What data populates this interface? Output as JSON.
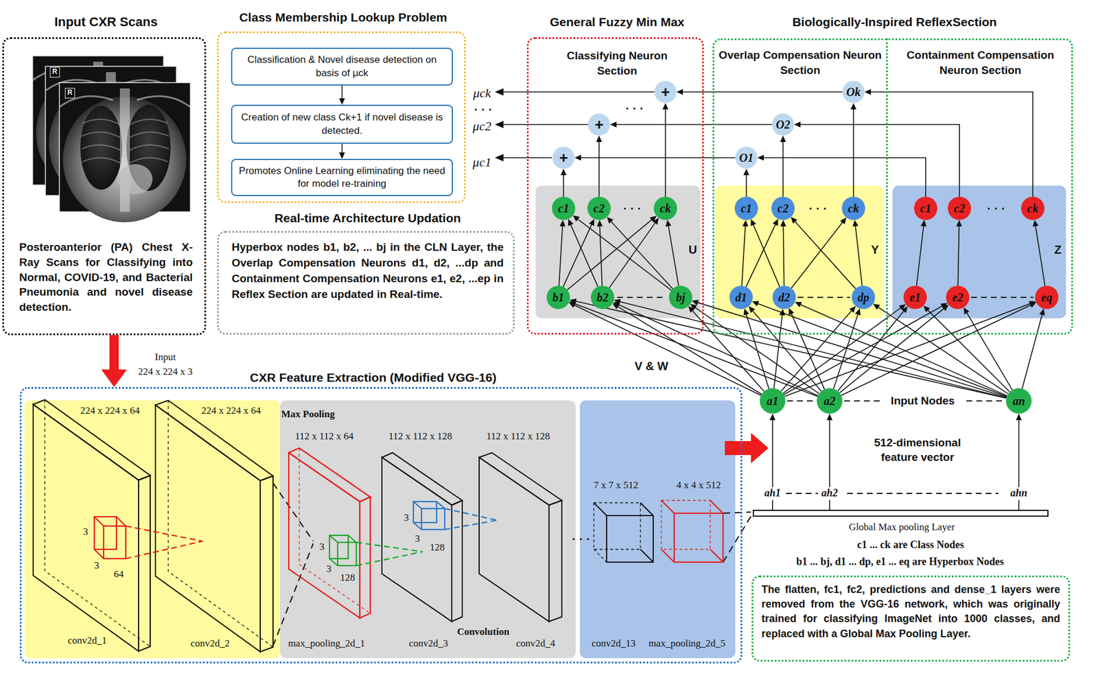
{
  "diagram": {
    "nodes": [
      {
        "text": [
          "Input CXR Scans",
          "Posteroanterior (PA) Chest X-Ray Scans for Classifying into Normal, COVID-19, and Bacterial Pneumonia and novel disease detection."
        ]
      },
      {
        "text": [
          "Class Membership Lookup Problem"
        ]
      },
      {
        "text": [
          "Classification & Novel disease detection on basis of μck"
        ],
        "in": 1
      },
      {
        "text": [
          "Creation of new class Ck+1 if novel disease is detected."
        ],
        "in": 1
      },
      {
        "text": [
          "Promotes Online Learning eliminating the need for model re-training"
        ],
        "in": 1
      },
      {
        "text": [
          "Real-time Architecture Updation",
          "Hyperbox nodes b1, b2, ... bj in the CLN Layer, the Overlap Compensation Neurons d1, d2, ...dp and Containment Compensation Neurons e1, e2, ...ep in Reflex Section are updated in Real-time."
        ]
      },
      {
        "text": [
          "General Fuzzy Min Max",
          "Classifying Neuron Section"
        ]
      },
      {
        "text": [
          "+"
        ],
        "in": 6
      },
      {
        "text": [
          "+"
        ],
        "in": 6
      },
      {
        "text": [
          "+"
        ],
        "in": 6
      },
      {
        "text": [
          "U"
        ],
        "in": 6
      },
      {
        "text": [
          "c1"
        ],
        "in": 10
      },
      {
        "text": [
          "c2"
        ],
        "in": 10
      },
      {
        "text": [
          "ck"
        ],
        "in": 10
      },
      {
        "text": [
          "b1"
        ],
        "in": 10
      },
      {
        "text": [
          "b2"
        ],
        "in": 10
      },
      {
        "text": [
          "bj"
        ],
        "in": 10
      },
      {
        "text": [
          "Biologically-Inspired ReflexSection"
        ]
      },
      {
        "text": [
          "Overlap Compensation Neuron Section"
        ],
        "in": 17
      },
      {
        "text": [
          "O1"
        ],
        "in": 18
      },
      {
        "text": [
          "O2"
        ],
        "in": 18
      },
      {
        "text": [
          "Ok"
        ],
        "in": 18
      },
      {
        "text": [
          "Y"
        ],
        "in": 18
      },
      {
        "text": [
          "c1"
        ],
        "in": 22
      },
      {
        "text": [
          "c2"
        ],
        "in": 22
      },
      {
        "text": [
          "ck"
        ],
        "in": 22
      },
      {
        "text": [
          "d1"
        ],
        "in": 22
      },
      {
        "text": [
          "d2"
        ],
        "in": 22
      },
      {
        "text": [
          "dp"
        ],
        "in": 22
      },
      {
        "text": [
          "Containment Compensation Neuron Section"
        ],
        "in": 17
      },
      {
        "text": [
          "Z"
        ],
        "in": 29
      },
      {
        "text": [
          "c1"
        ],
        "in": 30
      },
      {
        "text": [
          "c2"
        ],
        "in": 30
      },
      {
        "text": [
          "ck"
        ],
        "in": 30
      },
      {
        "text": [
          "e1"
        ],
        "in": 30
      },
      {
        "text": [
          "e2"
        ],
        "in": 30
      },
      {
        "text": [
          "eq"
        ],
        "in": 30
      },
      {
        "text": [
          "CXR Feature Extraction (Modified VGG-16)"
        ]
      },
      {
        "text": [
          "a1"
        ]
      },
      {
        "text": [
          "a2"
        ]
      },
      {
        "text": [
          "an"
        ]
      },
      {
        "text": [
          "Global Max pooling Layer"
        ]
      },
      {
        "text": [
          "The flatten, fc1, fc2, predictions and dense_1 layers were removed from the VGG-16 network, which was originally trained for classifying ImageNet into 1000 classes, and replaced with a Global Max Pooling Layer."
        ]
      }
    ],
    "edges": [
      {
        "from": 2,
        "to": 3,
        "arrow": "to"
      },
      {
        "from": 3,
        "to": 4,
        "arrow": "to"
      },
      {
        "from": 0,
        "to": 37,
        "arrow": "to"
      },
      {
        "from": 14,
        "to": 11,
        "arrow": "to"
      },
      {
        "from": 14,
        "to": 12,
        "arrow": "to"
      },
      {
        "from": 14,
        "to": 13,
        "arrow": "to"
      },
      {
        "from": 15,
        "to": 11,
        "arrow": "to"
      },
      {
        "from": 15,
        "to": 12,
        "arrow": "to"
      },
      {
        "from": 15,
        "to": 13,
        "arrow": "to"
      },
      {
        "from": 16,
        "to": 11,
        "arrow": "to"
      },
      {
        "from": 16,
        "to": 12,
        "arrow": "to"
      },
      {
        "from": 16,
        "to": 13,
        "arrow": "to"
      },
      {
        "from": 11,
        "to": 7,
        "arrow": "to"
      },
      {
        "from": 12,
        "to": 8,
        "arrow": "to"
      },
      {
        "from": 13,
        "to": 9,
        "arrow": "to"
      },
      {
        "from": 26,
        "to": 23,
        "arrow": "to"
      },
      {
        "from": 26,
        "to": 24,
        "arrow": "to"
      },
      {
        "from": 27,
        "to": 23,
        "arrow": "to"
      },
      {
        "from": 27,
        "to": 24,
        "arrow": "to"
      },
      {
        "from": 27,
        "to": 25,
        "arrow": "to"
      },
      {
        "from": 28,
        "to": 24,
        "arrow": "to"
      },
      {
        "from": 28,
        "to": 25,
        "arrow": "to"
      },
      {
        "from": 23,
        "to": 19,
        "arrow": "to"
      },
      {
        "from": 24,
        "to": 20,
        "arrow": "to"
      },
      {
        "from": 25,
        "to": 21,
        "arrow": "to"
      },
      {
        "from": 19,
        "to": 7,
        "arrow": "to"
      },
      {
        "from": 20,
        "to": 8,
        "arrow": "to"
      },
      {
        "from": 21,
        "to": 9,
        "arrow": "to"
      },
      {
        "from": 34,
        "to": 31,
        "arrow": "to"
      },
      {
        "from": 35,
        "to": 32,
        "arrow": "to"
      },
      {
        "from": 36,
        "to": 33,
        "arrow": "to"
      },
      {
        "from": 31,
        "to": 19,
        "arrow": "to"
      },
      {
        "from": 32,
        "to": 20,
        "arrow": "to"
      },
      {
        "from": 33,
        "to": 21,
        "arrow": "to"
      },
      {
        "from": 38,
        "to": 14,
        "arrow": "to"
      },
      {
        "from": 38,
        "to": 15,
        "arrow": "to"
      },
      {
        "from": 38,
        "to": 16,
        "arrow": "to"
      },
      {
        "from": 38,
        "to": 26,
        "arrow": "to"
      },
      {
        "from": 38,
        "to": 27,
        "arrow": "to"
      },
      {
        "from": 38,
        "to": 28,
        "arrow": "to"
      },
      {
        "from": 38,
        "to": 34,
        "arrow": "to"
      },
      {
        "from": 38,
        "to": 35,
        "arrow": "to"
      },
      {
        "from": 38,
        "to": 36,
        "arrow": "to"
      },
      {
        "from": 39,
        "to": 14,
        "arrow": "to"
      },
      {
        "from": 39,
        "to": 15,
        "arrow": "to"
      },
      {
        "from": 39,
        "to": 16,
        "arrow": "to"
      },
      {
        "from": 39,
        "to": 26,
        "arrow": "to"
      },
      {
        "from": 39,
        "to": 27,
        "arrow": "to"
      },
      {
        "from": 39,
        "to": 28,
        "arrow": "to"
      },
      {
        "from": 39,
        "to": 34,
        "arrow": "to"
      },
      {
        "from": 39,
        "to": 35,
        "arrow": "to"
      },
      {
        "from": 39,
        "to": 36,
        "arrow": "to"
      },
      {
        "from": 40,
        "to": 14,
        "arrow": "to"
      },
      {
        "from": 40,
        "to": 15,
        "arrow": "to"
      },
      {
        "from": 40,
        "to": 16,
        "arrow": "to"
      },
      {
        "from": 40,
        "to": 26,
        "arrow": "to"
      },
      {
        "from": 40,
        "to": 27,
        "arrow": "to"
      },
      {
        "from": 40,
        "to": 28,
        "arrow": "to"
      },
      {
        "from": 40,
        "to": 34,
        "arrow": "to"
      },
      {
        "from": 40,
        "to": 35,
        "arrow": "to"
      },
      {
        "from": 40,
        "to": 36,
        "arrow": "to"
      },
      {
        "from": 41,
        "to": 38,
        "label": "ah1",
        "arrow": "to"
      },
      {
        "from": 41,
        "to": 39,
        "label": "ah2",
        "arrow": "to"
      },
      {
        "from": 41,
        "to": 40,
        "label": "ahn",
        "arrow": "to"
      }
    ],
    "labels": [
      "Input",
      "224 x 224 x 3",
      "μck",
      "· · ·",
      "μc2",
      "μc1",
      "· · ·",
      "· · ·",
      "· · ·",
      "· · ·",
      "V & W",
      "Input Nodes",
      "512-dimensional feature vector",
      "c1 ... ck are Class Nodes",
      "b1 ... bj, d1 ... dp, e1 ... eq are Hyperbox Nodes",
      "224 x 224 x 64",
      "224 x 224 x 64",
      "Max Pooling",
      "112 x 112 x 64",
      "112 x 112 x 128",
      "112 x 112 x 128",
      "7 x 7 x 512",
      "4 x 4 x 512",
      "3",
      "3",
      "64",
      "3",
      "3",
      "128",
      "3",
      "3",
      "128",
      "· · ·",
      "Convolution",
      "conv2d_1",
      "conv2d_2",
      "max_pooling_2d_1",
      "conv2d_3",
      "conv2d_4",
      "conv2d_13",
      "max_pooling_2d_5",
      "R",
      "R"
    ]
  }
}
